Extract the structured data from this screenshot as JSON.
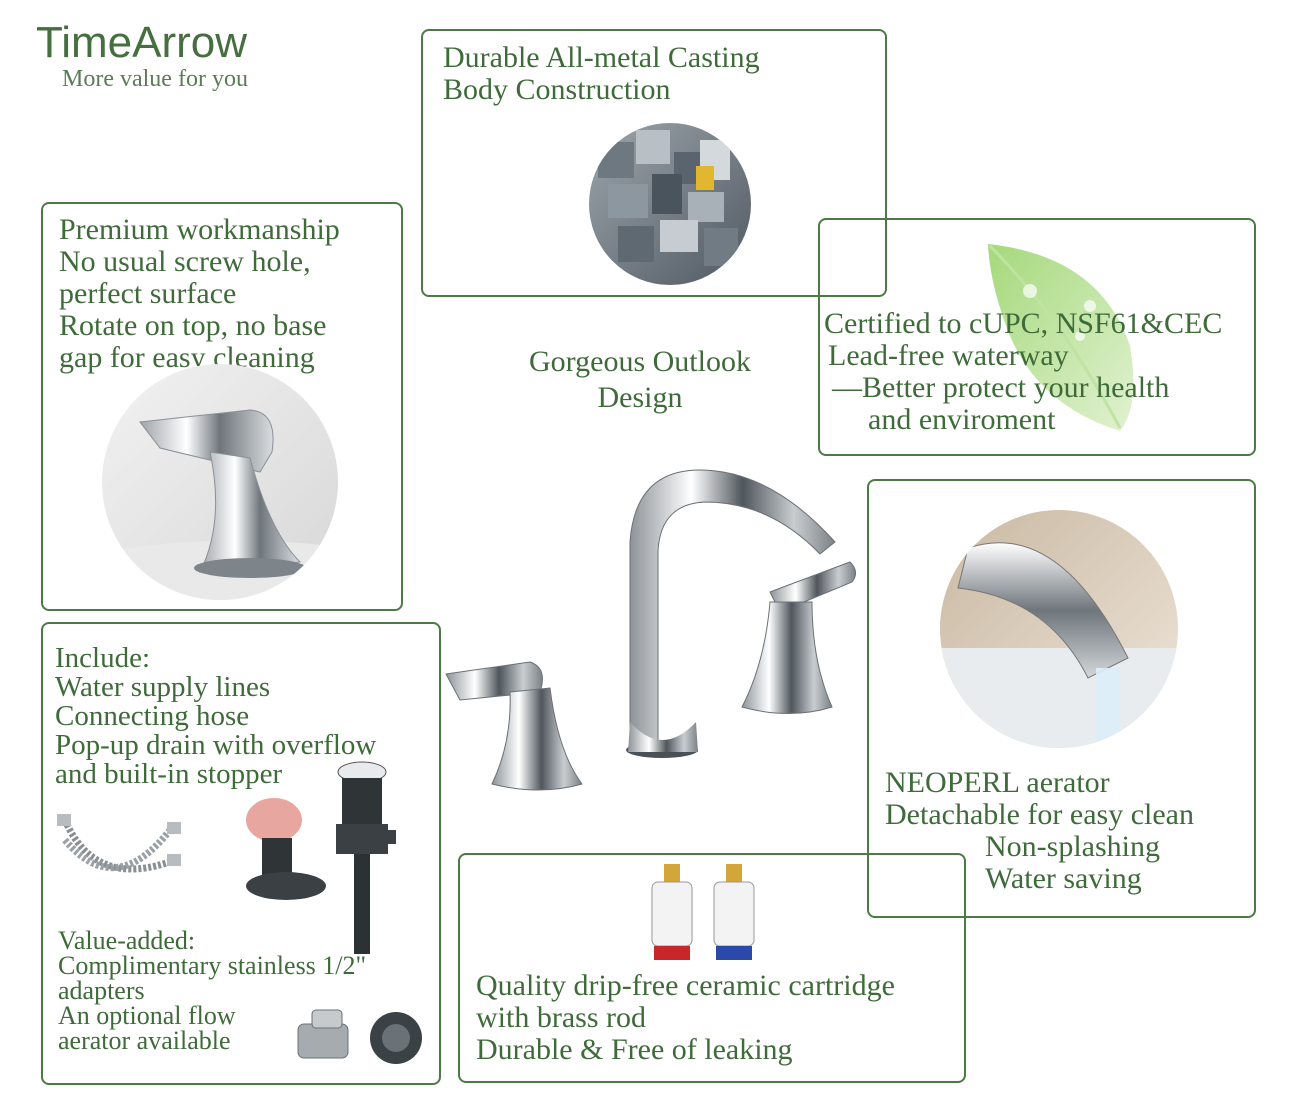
{
  "logo": {
    "brand": "TimeArrow",
    "tagline": "More value for you"
  },
  "casting": {
    "line1": "Durable All-metal Casting",
    "line2": "Body Construction",
    "image": "metal-cubes-image"
  },
  "workmanship": {
    "line1": "Premium workmanship",
    "line2": "No usual screw hole,",
    "line3": "perfect surface",
    "line4": "Rotate on top, no base",
    "line5": "gap for easy cleaning",
    "image": "handle-closeup-image"
  },
  "outlook": {
    "line1": "Gorgeous Outlook",
    "line2": "Design"
  },
  "certified": {
    "line1": "Certified to cUPC, NSF61&CEC",
    "line2": "Lead-free waterway",
    "line3": "—Better protect your health",
    "line4": "and enviroment",
    "image": "leaf-icon"
  },
  "aerator": {
    "line1": "NEOPERL aerator",
    "line2": "Detachable for easy clean",
    "line3": "Non-splashing",
    "line4": "Water saving",
    "image": "spout-closeup-image"
  },
  "include": {
    "line1": "Include:",
    "line2": "Water supply lines",
    "line3": "Connecting hose",
    "line4": "Pop-up drain with overflow",
    "line5": "and built-in stopper",
    "value1": "Value-added:",
    "value2": "Complimentary stainless 1/2\"",
    "value3": "adapters",
    "value4": "An optional flow",
    "value5": "aerator available"
  },
  "cartridge": {
    "line1": "Quality drip-free ceramic cartridge",
    "line2": "with brass rod",
    "line3": "Durable & Free of leaking",
    "image": "ceramic-cartridge-image"
  },
  "colors": {
    "accent": "#4c7a44",
    "text": "#3f6b3a"
  }
}
